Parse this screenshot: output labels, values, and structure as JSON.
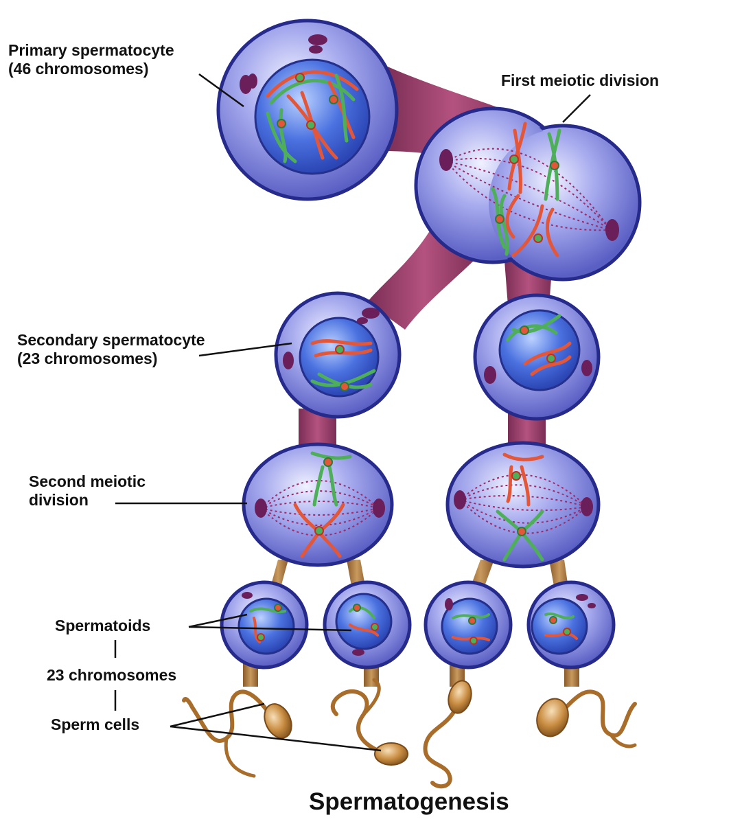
{
  "title": "Spermatogenesis",
  "labels": {
    "primary_line1": "Primary spermatocyte",
    "primary_line2": "(46 chromosomes)",
    "first_division": "First meiotic division",
    "secondary_line1": "Secondary spermatocyte",
    "secondary_line2": "(23 chromosomes)",
    "second_line1": "Second meiotic",
    "second_line2": "division",
    "spermatoids": "Spermatoids",
    "chromosomes23": "23 chromosomes",
    "sperm_cells": "Sperm cells"
  },
  "colors": {
    "cell_membrane": "#2a2f8c",
    "cytoplasm": "#8a8fe0",
    "nucleus": "#3d5fd6",
    "connector": "#9c3e6e",
    "chromosome_red": "#e2573a",
    "chromosome_green": "#4fae5a",
    "sperm": "#b8782e"
  }
}
